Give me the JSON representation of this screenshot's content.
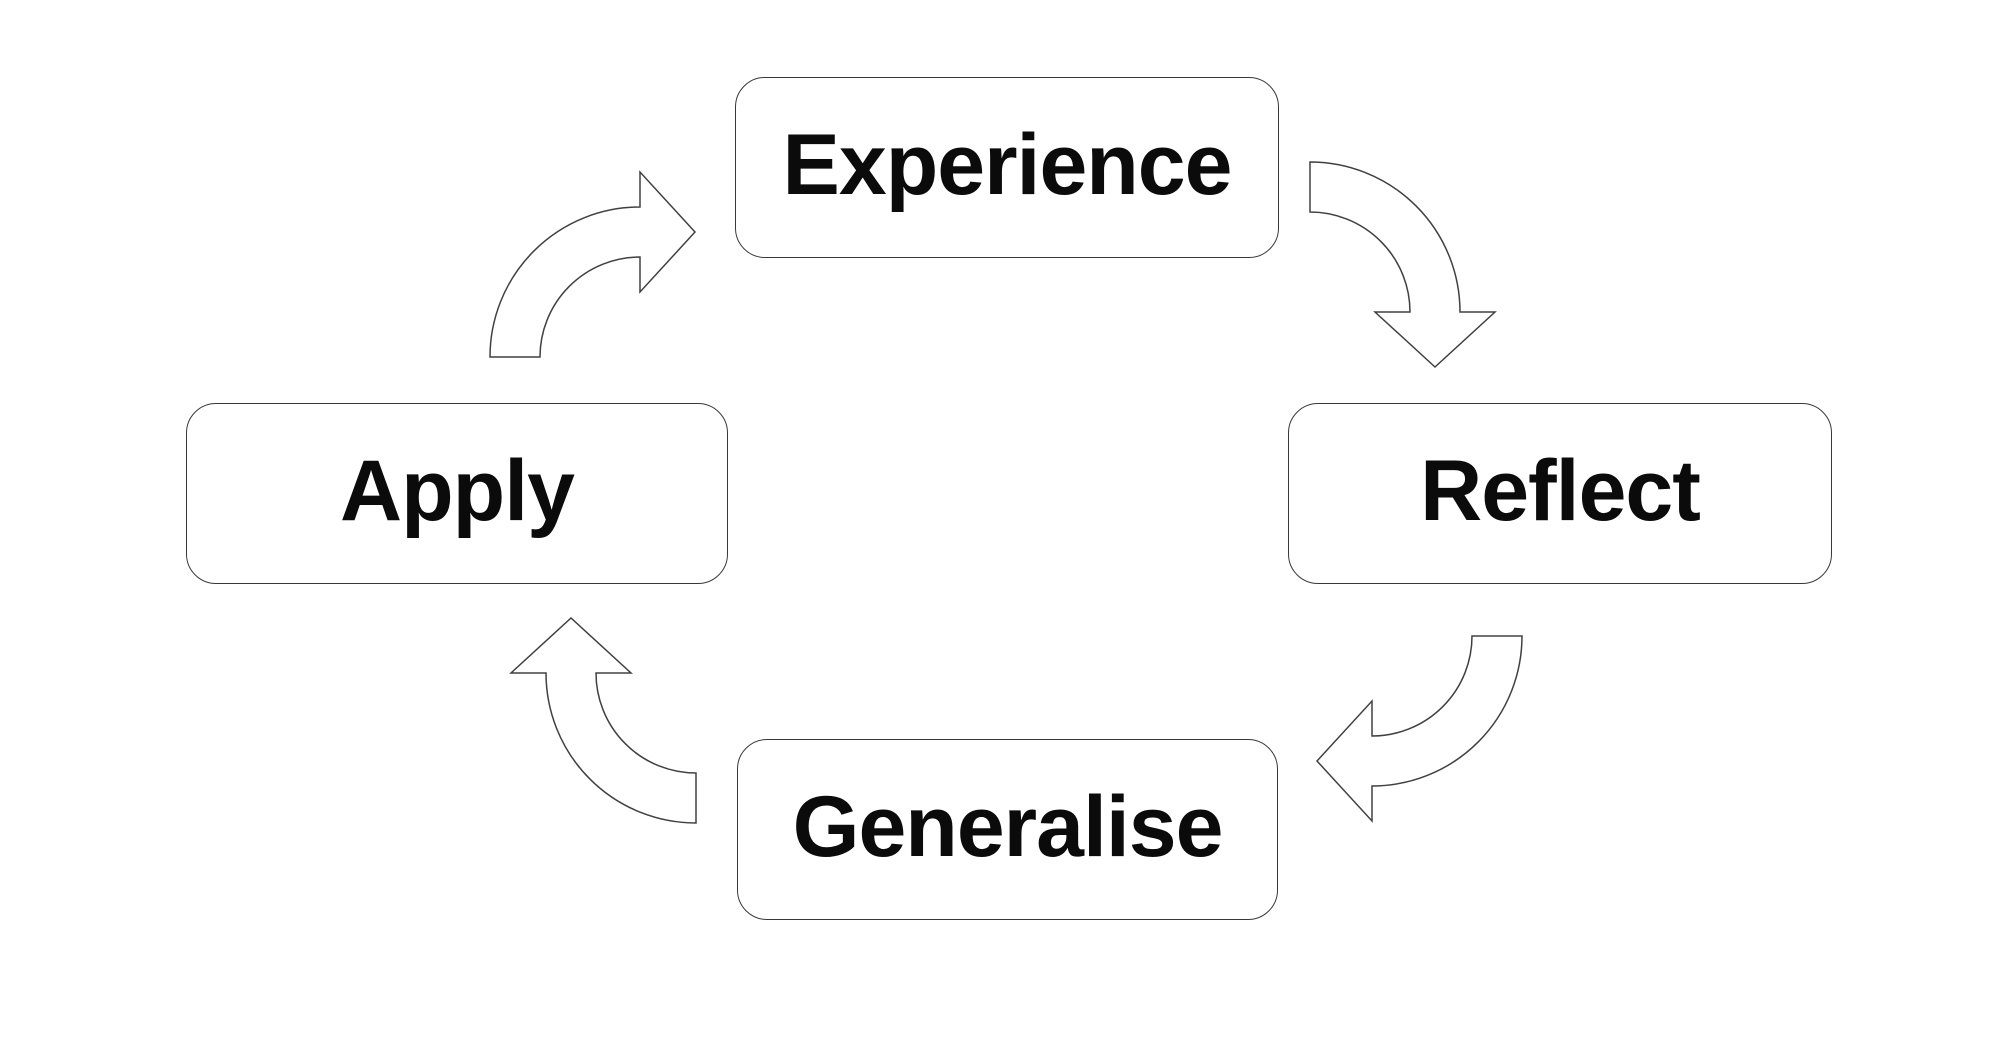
{
  "colors": {
    "background": "#ffffff",
    "box_fill": "#ffffff",
    "box_border": "#383838",
    "text": "#0b0b0b",
    "arrow_fill": "#ffffff",
    "arrow_stroke": "#404040"
  },
  "cycle": {
    "nodes": [
      {
        "id": "experience",
        "label": "Experience"
      },
      {
        "id": "reflect",
        "label": "Reflect"
      },
      {
        "id": "generalise",
        "label": "Generalise"
      },
      {
        "id": "apply",
        "label": "Apply"
      }
    ],
    "arrows": [
      {
        "from": "Experience",
        "to": "Reflect"
      },
      {
        "from": "Reflect",
        "to": "Generalise"
      },
      {
        "from": "Generalise",
        "to": "Apply"
      },
      {
        "from": "Apply",
        "to": "Experience"
      }
    ]
  }
}
